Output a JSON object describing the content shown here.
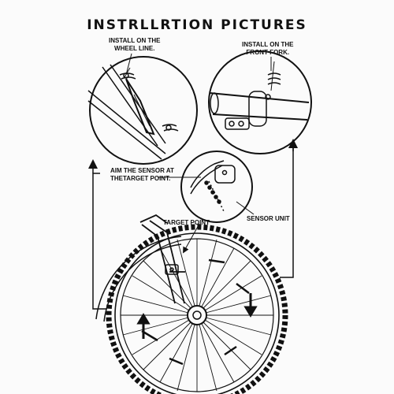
{
  "title": "INSTRLLRTION PICTURES",
  "labels": {
    "wheel_line": [
      "INSTALL ON THE",
      "WHEEL LINE."
    ],
    "front_fork": [
      "INSTALL ON THE",
      "FRONT FORK."
    ],
    "aim_sensor": [
      "AIM THE SENSOR AT",
      "THETARGET POINT."
    ],
    "target_point": "TARGET POINT",
    "sensor_unit": "SENSOR UNIT"
  },
  "colors": {
    "ink": "#111111",
    "paper": "#fbfbfb"
  }
}
